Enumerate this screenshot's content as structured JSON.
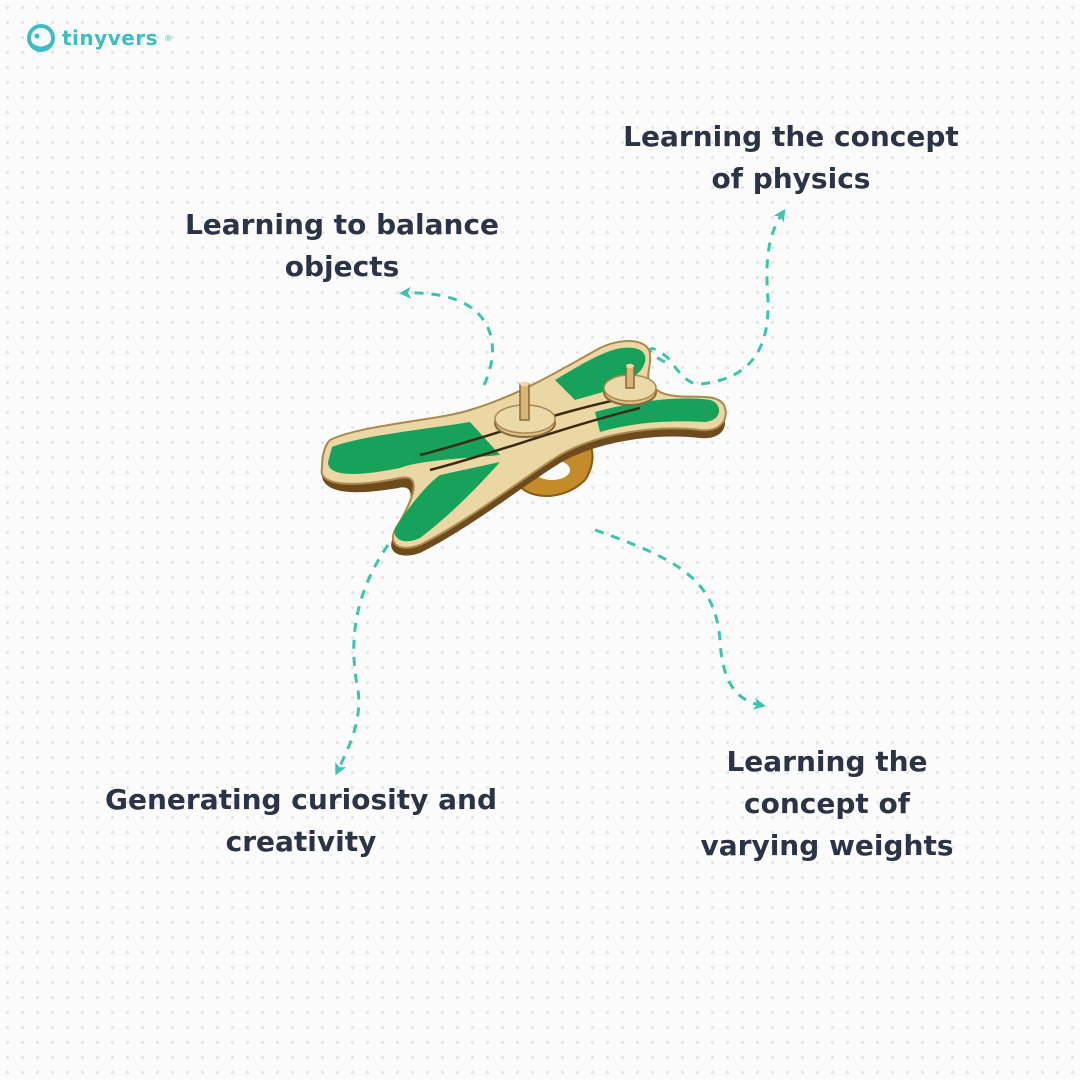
{
  "brand": {
    "name": "tinyvers",
    "registered_mark": "®",
    "logo_icon": "tinyvers-logo-icon",
    "accent_color": "#3bbfc4"
  },
  "product": {
    "toy_image": "wooden-balance-toy",
    "toy_colors": {
      "green": "#18a15a",
      "wood": "#e9d7a6",
      "base": "#c58a2a"
    }
  },
  "labels": {
    "physics": "Learning the concept\nof physics",
    "balance": "Learning to balance\nobjects",
    "curiosity": "Generating curiosity and\ncreativity",
    "weights": "Learning the\nconcept of\nvarying weights"
  },
  "arrow_color": "#3ec3ad",
  "text_color": "#2b3446"
}
